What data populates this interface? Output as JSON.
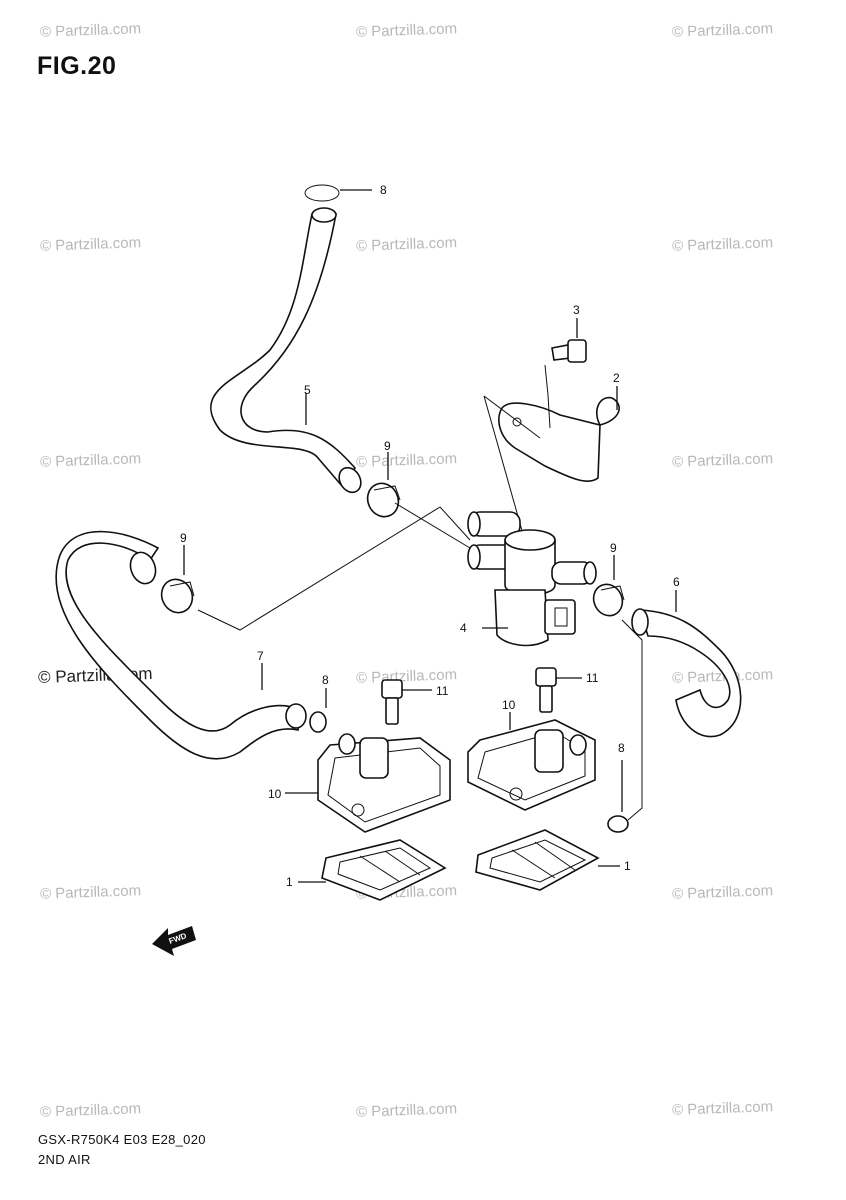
{
  "figure": {
    "title": "FIG.20"
  },
  "watermark": {
    "text": "© Partzilla.com",
    "bold_text": "© Partzilla.com"
  },
  "callouts": [
    "1",
    "1",
    "2",
    "3",
    "4",
    "5",
    "6",
    "7",
    "8",
    "8",
    "8",
    "9",
    "9",
    "9",
    "10",
    "10",
    "11",
    "11"
  ],
  "footer": {
    "model_code": "GSX-R750K4 E03 E28_020",
    "section": "2ND AIR"
  },
  "fwd_arrow": {
    "label": "FWD"
  }
}
